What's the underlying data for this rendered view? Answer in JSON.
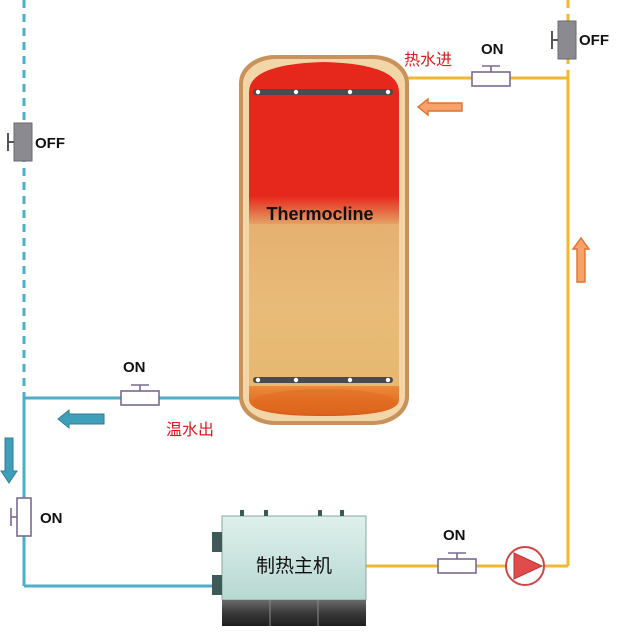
{
  "tank": {
    "label": "Thermocline"
  },
  "unit": {
    "label": "制热主机"
  },
  "labels": {
    "hot_in": "热水进",
    "warm_out": "温水出"
  },
  "valves": {
    "top_left": "OFF",
    "top_right": "OFF",
    "hot_in": "ON",
    "warm_out": "ON",
    "left_down": "ON",
    "bottom": "ON"
  },
  "colors": {
    "hot_pipe": "#f0b732",
    "cold_pipe": "#4eaec8",
    "tank_hot": "#e6281c",
    "tank_warm": "#e6b870",
    "tank_bottom": "#e36a1c",
    "pump": "#e04c4c",
    "label_red": "#e01818"
  },
  "icons": {
    "arrow_hot": "arrow-left-orange",
    "arrow_up": "arrow-up-orange",
    "arrow_cold": "arrow-left-teal",
    "arrow_down": "arrow-down-teal",
    "pump": "pump-triangle"
  }
}
